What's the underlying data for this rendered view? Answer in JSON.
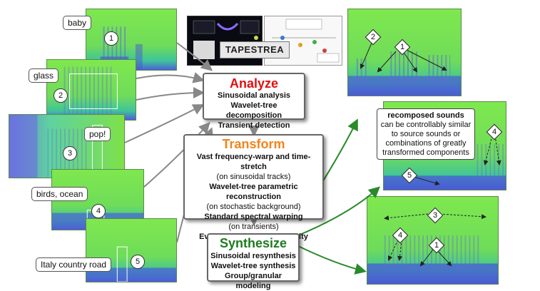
{
  "sources": [
    {
      "id": "baby",
      "label": "baby",
      "marker": "1"
    },
    {
      "id": "glass",
      "label": "glass",
      "marker": "2"
    },
    {
      "id": "pop",
      "label": "pop!",
      "marker": "3"
    },
    {
      "id": "birds",
      "label": "birds, ocean",
      "marker": "4"
    },
    {
      "id": "road",
      "label": "Italy country road",
      "marker": "5"
    }
  ],
  "tapestrea_label": "TAPESTREA",
  "analyze": {
    "title": "Analyze",
    "title_color": "#e01010",
    "items": [
      "Sinusoidal analysis",
      "Wavelet-tree decomposition",
      "Transient detection"
    ]
  },
  "transform": {
    "title": "Transform",
    "title_color": "#f0841c",
    "lines": [
      {
        "text": "Vast frequency-warp and time-stretch",
        "bold": true
      },
      {
        "text": "(on sinusoidal tracks)",
        "bold": false
      },
      {
        "text": "Wavelet-tree parametric reconstruction",
        "bold": true
      },
      {
        "text": "(on stochastic background)",
        "bold": false
      },
      {
        "text": "Standard spectral warping",
        "bold": true
      },
      {
        "text": "(on transients)",
        "bold": false
      },
      {
        "text": "Event density and periodicity",
        "bold": true
      }
    ]
  },
  "synthesize": {
    "title": "Synthesize",
    "title_color": "#1e7a1e",
    "items": [
      "Sinusoidal resynthesis",
      "Wavelet-tree synthesis",
      "Group/granular modeling"
    ]
  },
  "note": {
    "bold": "recomposed sounds",
    "body": "can be controllably similar to source sounds or combinations of greatly transformed components"
  },
  "output_markers": {
    "top_left": "2",
    "top_right": "1",
    "mid_right": "4",
    "mid_left": "5",
    "bot_top": "3",
    "bot_left": "4",
    "bot_right": "1"
  },
  "colors": {
    "spectrogram_green": "#7ee04a",
    "spectrogram_blue": "#4a6adc",
    "arrow_gray": "#888888",
    "arrow_green": "#2a8a2a"
  }
}
